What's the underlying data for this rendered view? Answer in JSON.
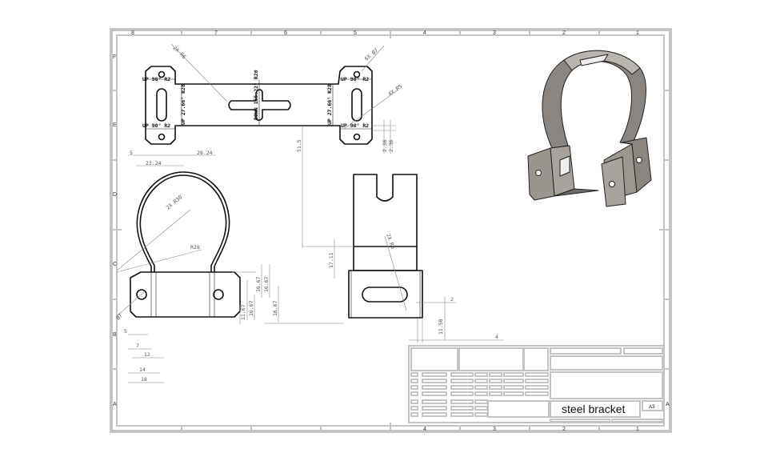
{
  "sheet": {
    "column_zones": [
      "8",
      "7",
      "6",
      "5",
      "4",
      "3",
      "2",
      "1"
    ],
    "row_zones": [
      "F",
      "E",
      "D",
      "C",
      "B",
      "A"
    ],
    "frame_color": "#c4c4c4",
    "outline_color": "#111111"
  },
  "top_view": {
    "bend_notes": [
      "UP 90° R2",
      "UP 90° R2",
      "UP 90° R2",
      "UP 90° R2",
      "UP 27.66° R28",
      "UP 27.66° R28",
      "DOWN 155.22° R20"
    ],
    "callouts": [
      "2X R6",
      "6X Ø7",
      "4X R5"
    ],
    "dimensions": [
      "5",
      "28.24",
      "23.24",
      "2.36",
      "2.36"
    ]
  },
  "front_view": {
    "callouts": [
      "2X R30",
      "R28",
      "Ø7"
    ],
    "dimensions": [
      "5",
      "7",
      "12",
      "14",
      "18",
      "16.67",
      "16.67",
      "16.67",
      "16.67",
      "11.67"
    ]
  },
  "side_view": {
    "callouts": [
      "2X R5"
    ],
    "dimensions": [
      "51.5",
      "17.11",
      "2",
      "11.50",
      "4"
    ]
  },
  "title_block": {
    "drawing_title": "steel bracket",
    "sheet_size": "A3"
  }
}
